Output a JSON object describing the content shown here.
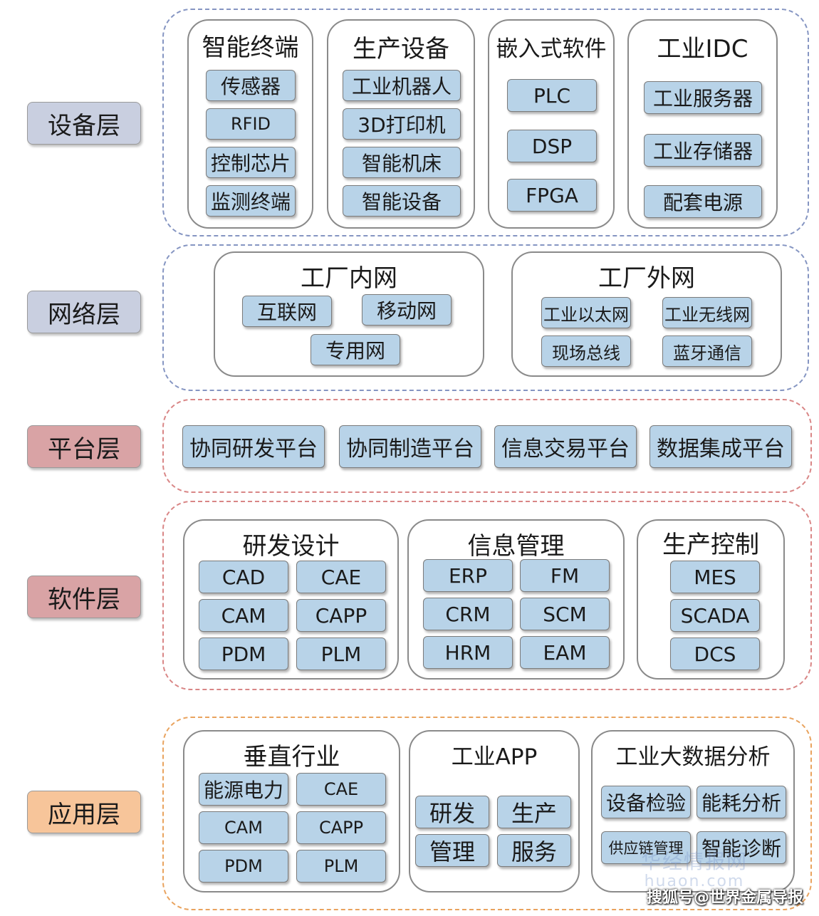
{
  "colors": {
    "device_label_bg": "#c9cfe0",
    "network_label_bg": "#c9cfe0",
    "platform_label_bg": "#d9a3a5",
    "software_label_bg": "#d9a3a5",
    "app_label_bg": "#f7c59a",
    "frame_blue": "#8595c2",
    "frame_red": "#d98686",
    "frame_orange": "#e9a35e",
    "chip_bg": "#b8d3e8"
  },
  "layers": {
    "device": {
      "label": "设备层",
      "groups": [
        {
          "title": "智能终端",
          "items": [
            "传感器",
            "RFID",
            "控制芯片",
            "监测终端"
          ]
        },
        {
          "title": "生产设备",
          "items": [
            "工业机器人",
            "3D打印机",
            "智能机床",
            "智能设备"
          ]
        },
        {
          "title": "嵌入式软件",
          "items": [
            "PLC",
            "DSP",
            "FPGA"
          ]
        },
        {
          "title": "工业IDC",
          "items": [
            "工业服务器",
            "工业存储器",
            "配套电源"
          ]
        }
      ]
    },
    "network": {
      "label": "网络层",
      "groups": [
        {
          "title": "工厂内网",
          "items": [
            "互联网",
            "移动网",
            "专用网"
          ]
        },
        {
          "title": "工厂外网",
          "items": [
            "工业以太网",
            "工业无线网",
            "现场总线",
            "蓝牙通信"
          ]
        }
      ]
    },
    "platform": {
      "label": "平台层",
      "items": [
        "协同研发平台",
        "协同制造平台",
        "信息交易平台",
        "数据集成平台"
      ]
    },
    "software": {
      "label": "软件层",
      "groups": [
        {
          "title": "研发设计",
          "items": [
            "CAD",
            "CAE",
            "CAM",
            "CAPP",
            "PDM",
            "PLM"
          ]
        },
        {
          "title": "信息管理",
          "items": [
            "ERP",
            "FM",
            "CRM",
            "SCM",
            "HRM",
            "EAM"
          ]
        },
        {
          "title": "生产控制",
          "items": [
            "MES",
            "SCADA",
            "DCS"
          ]
        }
      ]
    },
    "application": {
      "label": "应用层",
      "groups": [
        {
          "title": "垂直行业",
          "items": [
            "能源电力",
            "CAE",
            "CAM",
            "CAPP",
            "PDM",
            "PLM"
          ]
        },
        {
          "title": "工业APP",
          "items": [
            "研发",
            "生产",
            "管理",
            "服务"
          ]
        },
        {
          "title": "工业大数据分析",
          "items": [
            "设备检验",
            "能耗分析",
            "供应链管理",
            "智能诊断"
          ]
        }
      ]
    }
  },
  "watermark": {
    "logo_text": "华经情报网",
    "logo_sub": "huaon.com",
    "credit": "搜狐号@世界金属导报"
  }
}
